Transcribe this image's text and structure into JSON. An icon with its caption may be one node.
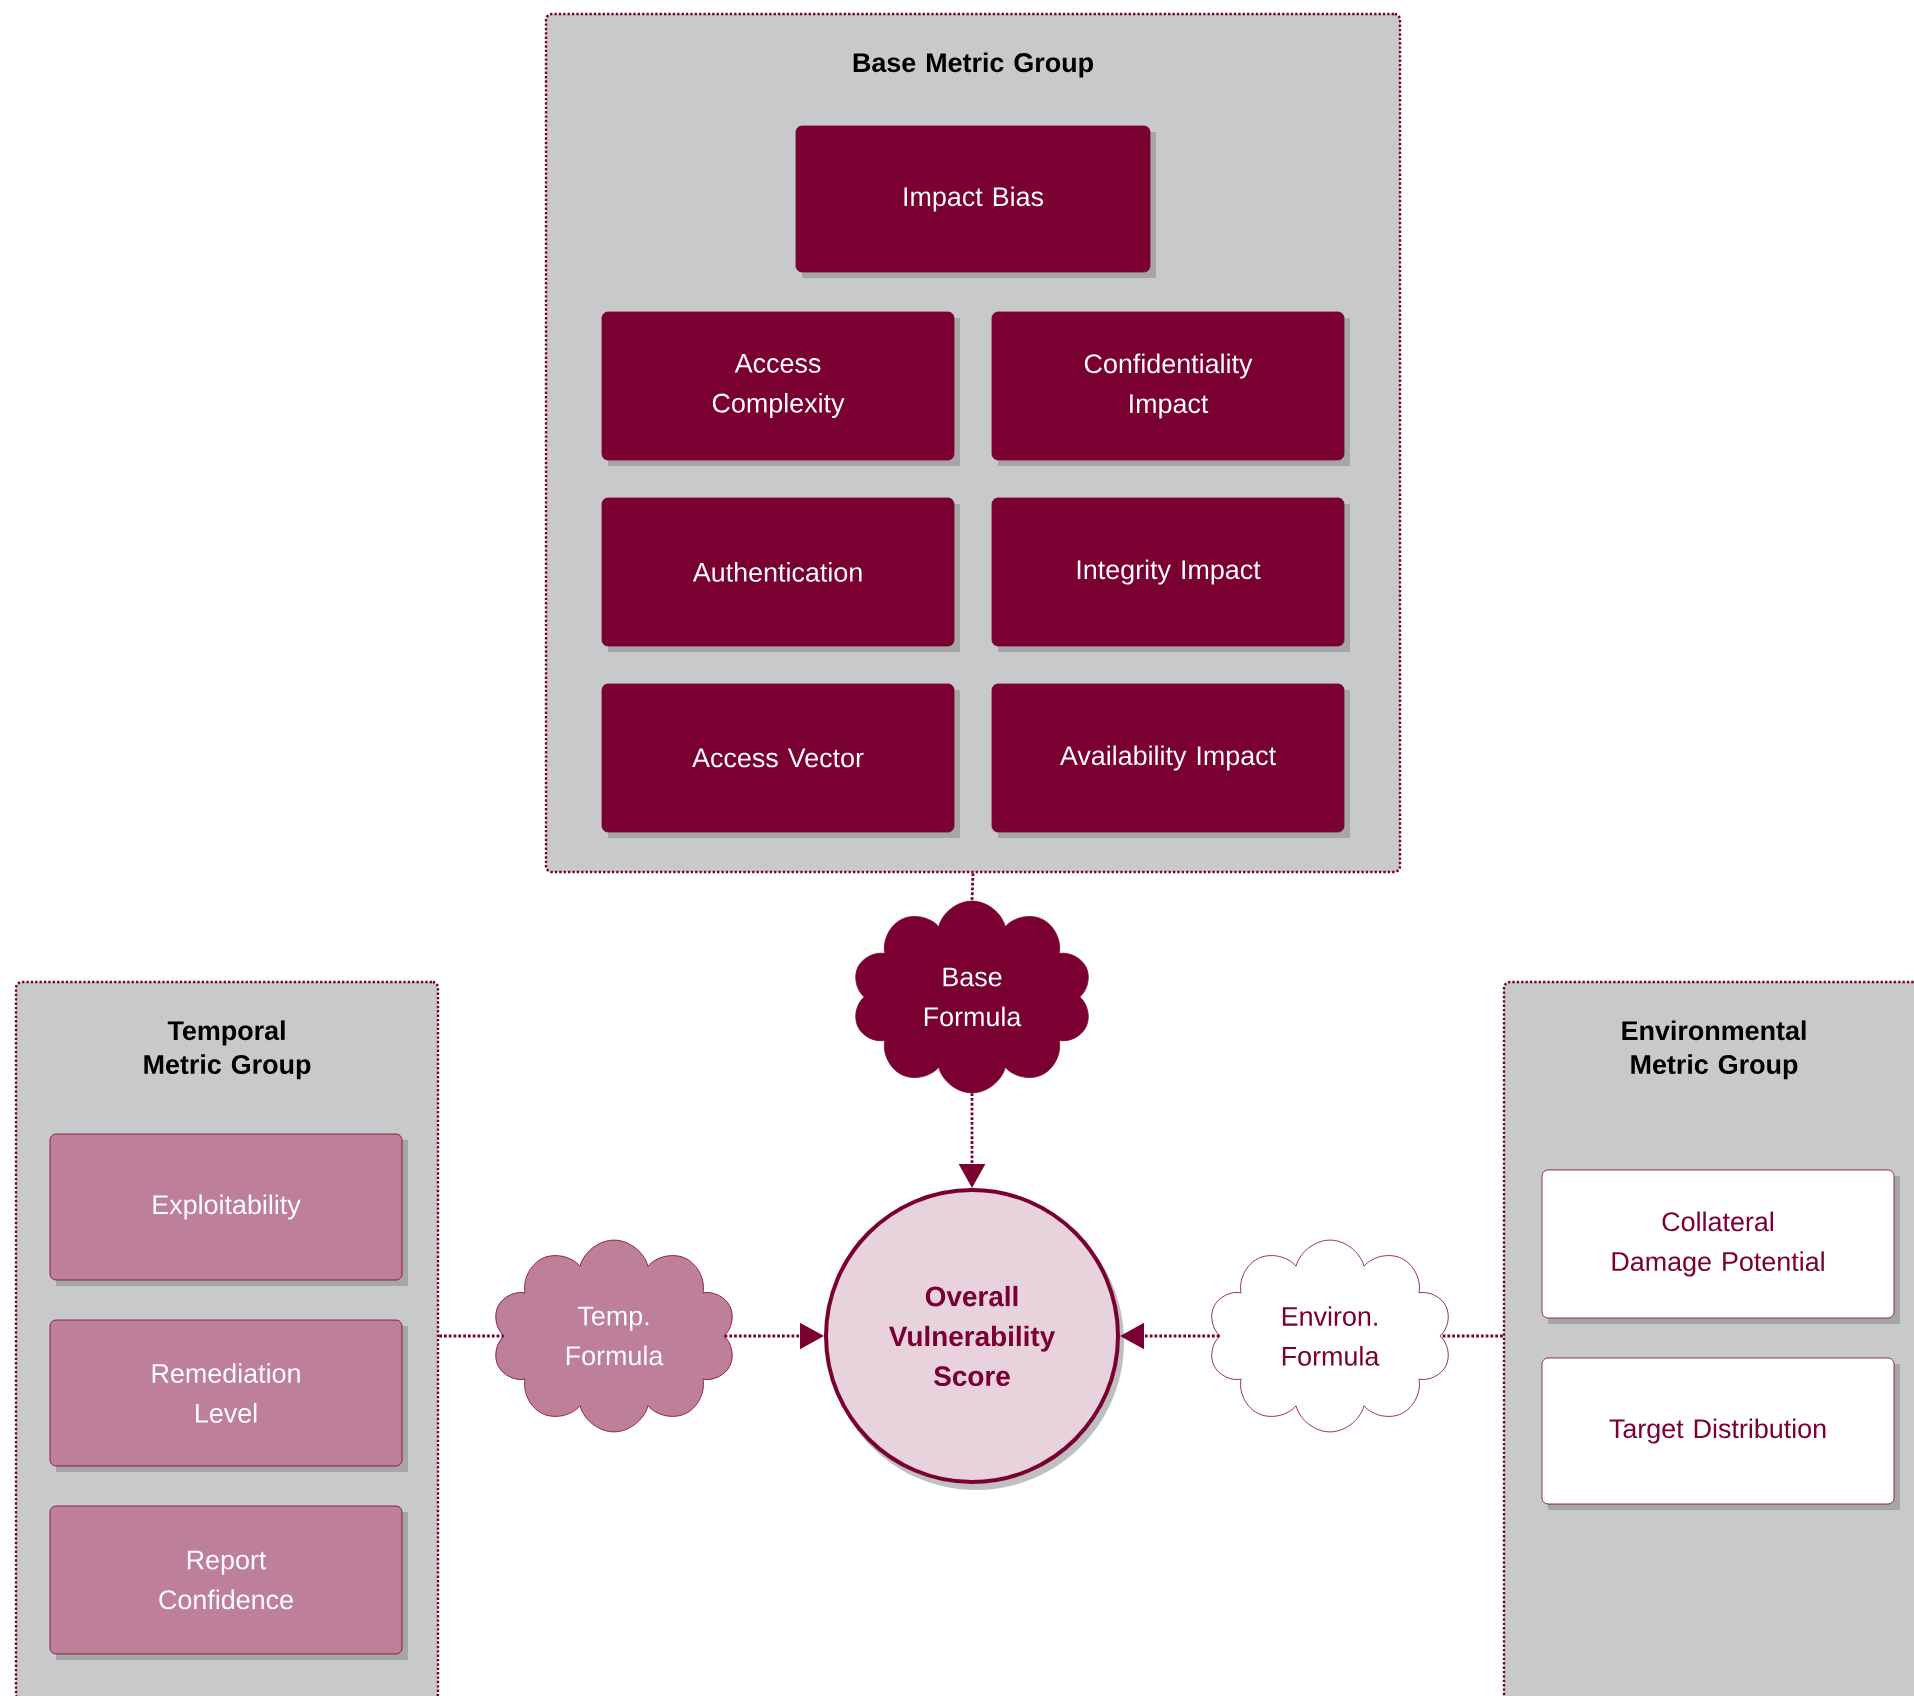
{
  "diagram": {
    "nodes": [
      {
        "text": [
          "Base Metric Group"
        ]
      },
      {
        "text": [
          "Impact Bias"
        ],
        "in": 0
      },
      {
        "text": [
          "Access Complexity"
        ],
        "in": 0
      },
      {
        "text": [
          "Confidentiality Impact"
        ],
        "in": 0
      },
      {
        "text": [
          "Authentication"
        ],
        "in": 0
      },
      {
        "text": [
          "Integrity Impact"
        ],
        "in": 0
      },
      {
        "text": [
          "Access Vector"
        ],
        "in": 0
      },
      {
        "text": [
          "Availability Impact"
        ],
        "in": 0
      },
      {
        "text": [
          "Temporal Metric Group"
        ]
      },
      {
        "text": [
          "Exploitability"
        ],
        "in": 8
      },
      {
        "text": [
          "Remediation Level"
        ],
        "in": 8
      },
      {
        "text": [
          "Report Confidence"
        ],
        "in": 8
      },
      {
        "text": [
          "Environmental Metric Group"
        ]
      },
      {
        "text": [
          "Collateral Damage Potential"
        ],
        "in": 12
      },
      {
        "text": [
          "Target Distribution"
        ],
        "in": 12
      },
      {
        "text": [
          "Base Formula"
        ]
      },
      {
        "text": [
          "Temp. Formula"
        ]
      },
      {
        "text": [
          "Overall Vulnerability Score"
        ]
      },
      {
        "text": [
          "Environ. Formula"
        ]
      }
    ],
    "edges": [
      {
        "from": 0,
        "to": 15,
        "arrow": "none"
      },
      {
        "from": 15,
        "to": 17,
        "arrow": "to"
      },
      {
        "from": 8,
        "to": 16,
        "arrow": "none"
      },
      {
        "from": 16,
        "to": 17,
        "arrow": "to"
      },
      {
        "from": 12,
        "to": 18,
        "arrow": "none"
      },
      {
        "from": 18,
        "to": 17,
        "arrow": "to"
      }
    ]
  }
}
